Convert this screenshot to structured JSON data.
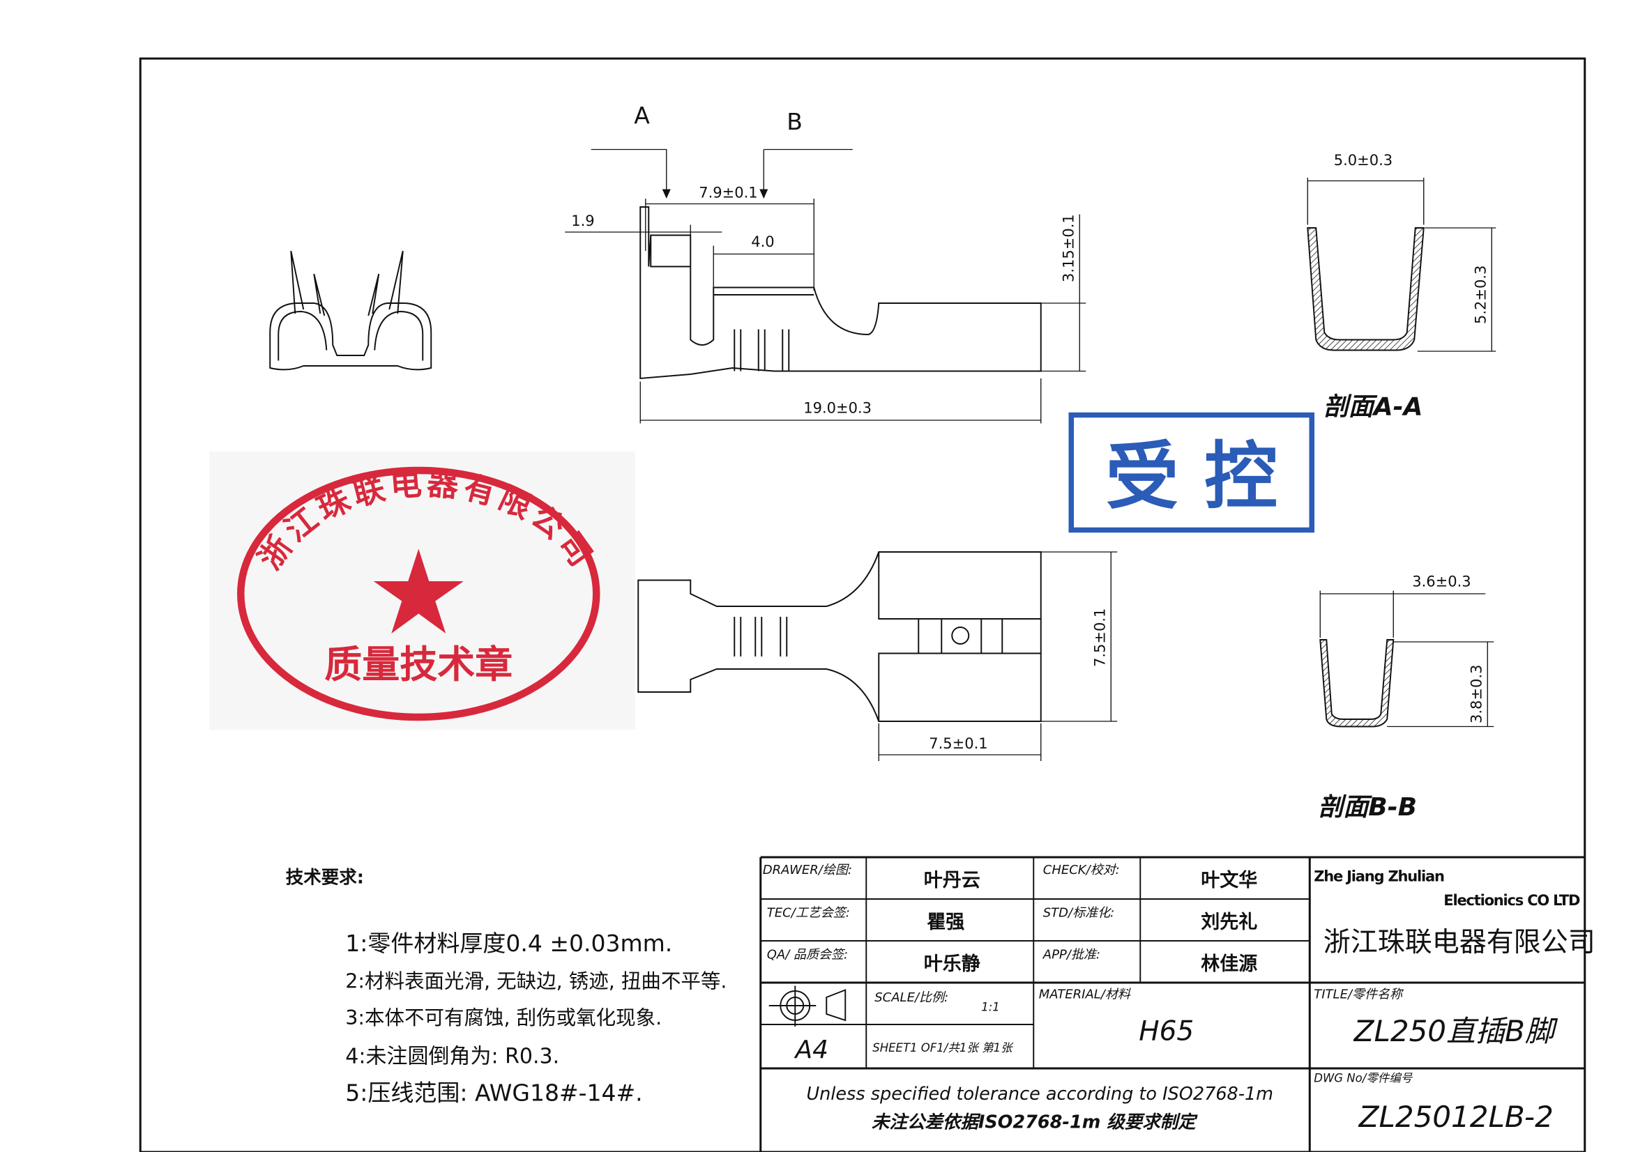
{
  "views": {
    "section_marker_a": "A",
    "section_marker_b": "B",
    "dims": {
      "len_7_9": "7.9±0.1",
      "len_1_9": "1.9",
      "len_4_0": "4.0",
      "height_3_15": "3.15±0.1",
      "len_19_0": "19.0±0.3",
      "width_5_0": "5.0±0.3",
      "height_5_2": "5.2±0.3",
      "width_3_6": "3.6±0.3",
      "height_3_8": "3.8±0.3",
      "height_7_5": "7.5±0.1",
      "width_7_5": "7.5±0.1"
    },
    "section_a_label": "剖面A-A",
    "section_b_label": "剖面B-B"
  },
  "stamps": {
    "quality_seal_company": "浙江珠联电器有限公司",
    "quality_seal_label": "质量技术章",
    "controlled_stamp": "受 控",
    "colors": {
      "red": "#d8283c",
      "blue": "#2a5cb8"
    }
  },
  "requirements": {
    "title": "技术要求:",
    "items": [
      "1:零件材料厚度0.4 ±0.03mm.",
      "2:材料表面光滑, 无缺边, 锈迹, 扭曲不平等.",
      "3:本体不可有腐蚀, 刮伤或氧化现象.",
      "4:未注圆倒角为: R0.3.",
      "5:压线范围: AWG18#-14#."
    ]
  },
  "title_block": {
    "drawer_label": "DRAWER/绘图:",
    "drawer": "叶丹云",
    "check_label": "CHECK/校对:",
    "check": "叶文华",
    "tec_label": "TEC/工艺会签:",
    "tec": "瞿强",
    "std_label": "STD/标准化:",
    "std": "刘先礼",
    "qa_label": "QA/ 品质会签:",
    "qa": "叶乐静",
    "app_label": "APP/批准:",
    "app": "林佳源",
    "company_en_1": "Zhe Jiang Zhulian",
    "company_en_2": "Electionics CO LTD",
    "company_cn": "浙江珠联电器有限公司",
    "scale_label": "SCALE/比例:",
    "scale": "1:1",
    "paper": "A4",
    "sheet": "SHEET1 OF1/共1张 第1张",
    "material_label": "MATERIAL/材料",
    "material": "H65",
    "title_label": "TITLE/零件名称",
    "title": "ZL250直插B脚",
    "tolerance_en": "Unless specified tolerance according to ISO2768-1m",
    "tolerance_cn": "未注公差依据ISO2768-1m 级要求制定",
    "dwg_label": "DWG No/零件编号",
    "dwg_no": "ZL25012LB-2"
  }
}
